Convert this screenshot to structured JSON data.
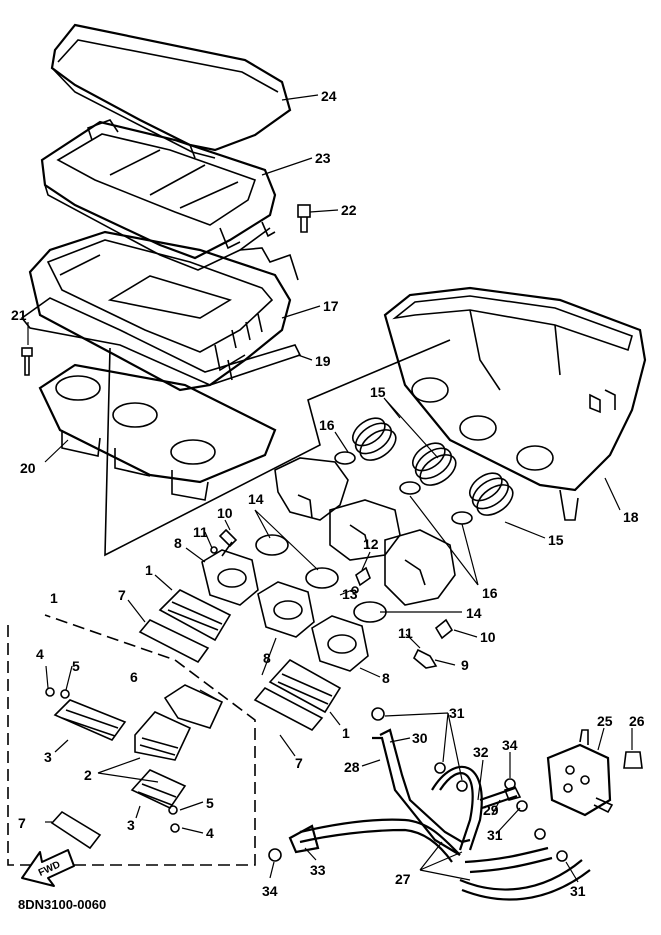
{
  "diagram": {
    "part_numbers": {
      "p24": "24",
      "p23": "23",
      "p22": "22",
      "p21": "21",
      "p17": "17",
      "p19": "19",
      "p20": "20",
      "p15a": "15",
      "p15b": "15",
      "p16a": "16",
      "p16b": "16",
      "p18": "18",
      "p14a": "14",
      "p14b": "14",
      "p10a": "10",
      "p10b": "10",
      "p11a": "11",
      "p11b": "11",
      "p8a": "8",
      "p8b": "8",
      "p8c": "8",
      "p12": "12",
      "p13": "13",
      "p1a": "1",
      "p1b": "1",
      "p1c": "1",
      "p7a": "7",
      "p7b": "7",
      "p7c": "7",
      "p9": "9",
      "p6": "6",
      "p5a": "5",
      "p5b": "5",
      "p4a": "4",
      "p4b": "4",
      "p3a": "3",
      "p3b": "3",
      "p2": "2",
      "p31a": "31",
      "p31b": "31",
      "p31c": "31",
      "p30": "30",
      "p28": "28",
      "p32": "32",
      "p34a": "34",
      "p34b": "34",
      "p29": "29",
      "p25": "25",
      "p26": "26",
      "p27": "27",
      "p33": "33"
    },
    "fwd_label": "FWD",
    "drawing_code": "8DN3100-0060"
  }
}
